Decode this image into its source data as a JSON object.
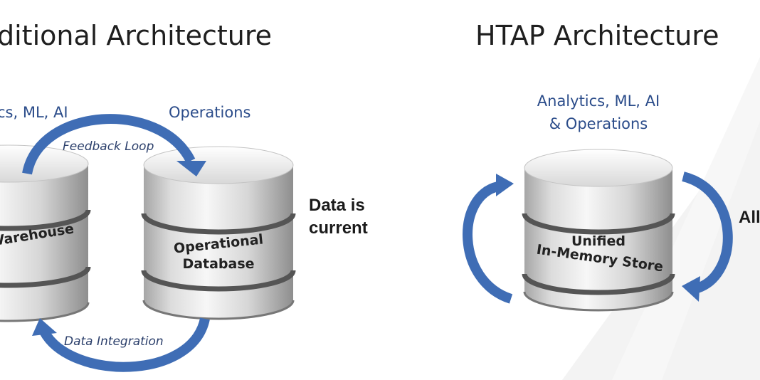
{
  "left": {
    "title": "ditional Architecture",
    "analytics_label": "cs, ML, AI",
    "operations_label": "Operations",
    "feedback_loop_label": "Feedback Loop",
    "data_integration_label": "Data Integration",
    "warehouse_label": "Varehouse",
    "operational_db_line1": "Operational",
    "operational_db_line2": "Database",
    "note_line1": "Data is",
    "note_line2": "current"
  },
  "right": {
    "title": "HTAP Architecture",
    "workload_line1": "Analytics, ML, AI",
    "workload_line2": "& Operations",
    "store_line1": "Unified",
    "store_line2": "In-Memory Store",
    "note_partial": "All"
  },
  "colors": {
    "arrow_blue": "#3f6db5",
    "label_blue": "#2b4c8a",
    "cylinder_light": "#eeeeee",
    "cylinder_dark": "#9a9a9a"
  }
}
